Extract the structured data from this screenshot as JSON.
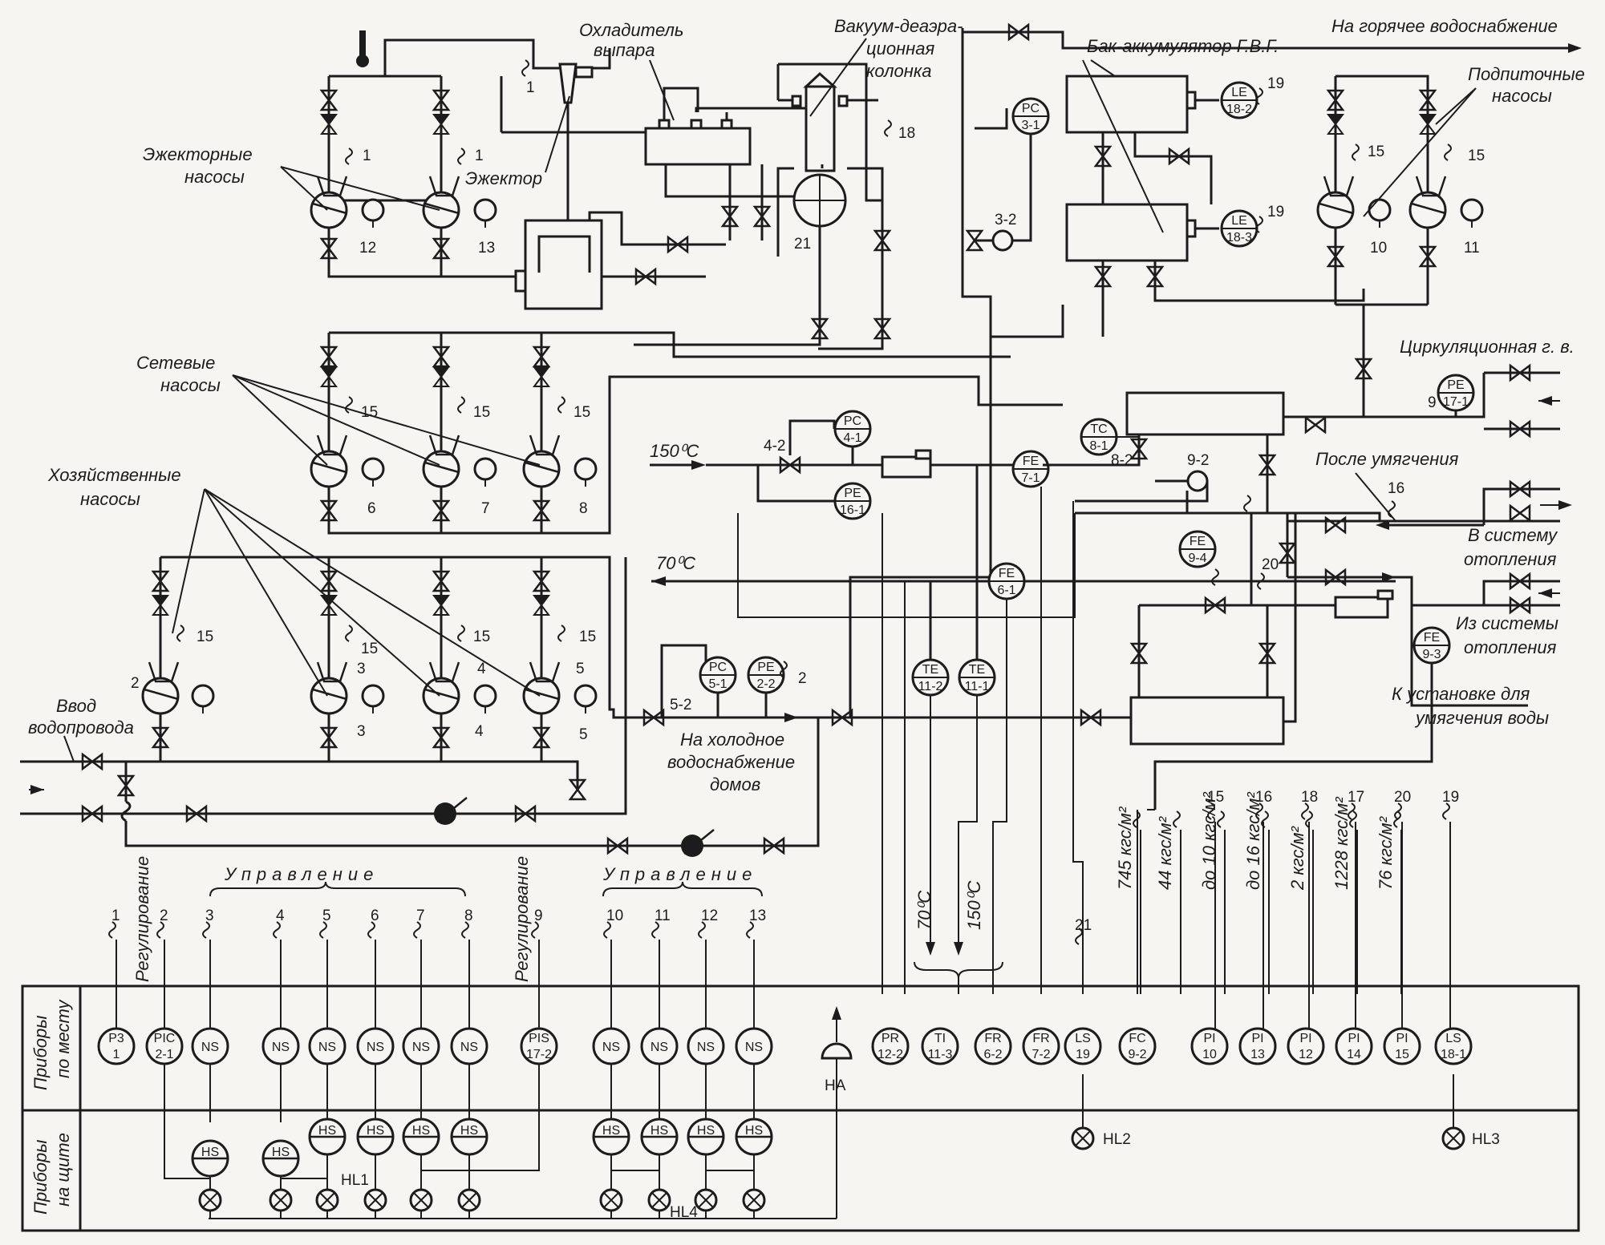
{
  "labels": {
    "cooler": "Охладитель",
    "cooler2": "выпара",
    "deaerator": "Вакуум-деаэра-",
    "deaerator2": "ционная",
    "deaerator3": "колонка",
    "tank": "Бак-аккумулятор Г.В.Г.",
    "hot_supply": "На горячее водоснабжение",
    "makeup1": "Подпиточные",
    "makeup2": "насосы",
    "ejector_pumps1": "Эжекторные",
    "ejector_pumps2": "насосы",
    "ejector": "Эжектор",
    "network1": "Сетевые",
    "network2": "насосы",
    "household1": "Хозяйственные",
    "household2": "насосы",
    "inlet1": "Ввод",
    "inlet2": "водопровода",
    "circulation": "Циркуляционная г. в.",
    "after_soft": "После умягчения",
    "to_heat1": "В систему",
    "to_heat2": "отопления",
    "from_heat1": "Из системы",
    "from_heat2": "отопления",
    "to_soft1": "К установке для",
    "to_soft2": "умягчения воды",
    "cold1": "На холодное",
    "cold2": "водоснабжение",
    "cold3": "домов",
    "t150": "150⁰С",
    "t70": "70⁰С",
    "t70v": "70⁰С",
    "t150v": "150⁰С",
    "control1": "Управление",
    "control2": "Управление",
    "reg1": "Регулирование",
    "reg2": "Регулирование",
    "local1": "Приборы",
    "local2": "по месту",
    "panel1": "Приборы",
    "panel2": "на щите",
    "HL1": "HL1",
    "HL2": "HL2",
    "HL3": "HL3",
    "HL4": "HL4",
    "HA": "HA"
  },
  "pressures": [
    {
      "id": "p745",
      "text": "745 кгс/м²"
    },
    {
      "id": "p44",
      "text": "44 кгс/м²"
    },
    {
      "id": "p10",
      "text": "до 10 кгс/м²"
    },
    {
      "id": "p16",
      "text": "до 16 кгс/м²"
    },
    {
      "id": "p2",
      "text": "2 кгс/м²"
    },
    {
      "id": "p1228",
      "text": "1228 кгс/м²"
    },
    {
      "id": "p76",
      "text": "76 кгс/м²"
    }
  ],
  "bus_numbers": [
    "1",
    "2",
    "3",
    "4",
    "5",
    "6",
    "7",
    "8",
    "9",
    "10",
    "11",
    "12",
    "13"
  ],
  "upper_numbers": [
    "21",
    "15",
    "16",
    "18",
    "17",
    "20",
    "19"
  ],
  "local_instruments": [
    {
      "a": "P3",
      "b": "1"
    },
    {
      "a": "PIC",
      "b": "2-1"
    },
    {
      "a": "NS",
      "b": ""
    },
    {
      "a": "NS",
      "b": ""
    },
    {
      "a": "NS",
      "b": ""
    },
    {
      "a": "NS",
      "b": ""
    },
    {
      "a": "NS",
      "b": ""
    },
    {
      "a": "NS",
      "b": ""
    },
    {
      "a": "PIS",
      "b": "17-2"
    },
    {
      "a": "NS",
      "b": ""
    },
    {
      "a": "NS",
      "b": ""
    },
    {
      "a": "NS",
      "b": ""
    },
    {
      "a": "NS",
      "b": ""
    },
    {
      "a": "PR",
      "b": "12-2"
    },
    {
      "a": "TI",
      "b": "11-3"
    },
    {
      "a": "FR",
      "b": "6-2"
    },
    {
      "a": "FR",
      "b": "7-2"
    },
    {
      "a": "LS",
      "b": "19"
    },
    {
      "a": "FC",
      "b": "9-2"
    },
    {
      "a": "PI",
      "b": "10"
    },
    {
      "a": "PI",
      "b": "13"
    },
    {
      "a": "PI",
      "b": "12"
    },
    {
      "a": "PI",
      "b": "14"
    },
    {
      "a": "PI",
      "b": "15"
    },
    {
      "a": "LS",
      "b": "18-1"
    }
  ],
  "field_instruments": [
    {
      "a": "PC",
      "b": "3-1"
    },
    {
      "a": "LE",
      "b": "18-2"
    },
    {
      "a": "LE",
      "b": "18-3"
    },
    {
      "a": "PC",
      "b": "4-1"
    },
    {
      "a": "PE",
      "b": "16-1"
    },
    {
      "a": "FE",
      "b": "7-1"
    },
    {
      "a": "TC",
      "b": "8-1"
    },
    {
      "a": "PE",
      "b": "17-1"
    },
    {
      "a": "FE",
      "b": "9-4"
    },
    {
      "a": "FE",
      "b": "6-1"
    },
    {
      "a": "FE",
      "b": "9-3"
    },
    {
      "a": "PC",
      "b": "5-1"
    },
    {
      "a": "PE",
      "b": "2-2"
    },
    {
      "a": "TE",
      "b": "11-2"
    },
    {
      "a": "TE",
      "b": "11-1"
    }
  ],
  "tags": {
    "t1a": "1",
    "t1b": "1",
    "t1c": "1",
    "t12": "12",
    "t13": "13",
    "t18": "18",
    "t21": "21",
    "t19a": "19",
    "t19b": "19",
    "t15a": "15",
    "t15b": "15",
    "t10": "10",
    "t11": "11",
    "t32": "3-2",
    "t42": "4-2",
    "t82": "8-2",
    "t92": "9-2",
    "t9": "9",
    "t16": "16",
    "t20": "20",
    "t52": "5-2",
    "t2a": "2",
    "t2b": "2",
    "n6": "6",
    "n7": "7",
    "n8": "8",
    "n15a": "15",
    "n15b": "15",
    "n15c": "15",
    "h15a": "15",
    "h15b": "15",
    "h15c": "15",
    "h15d": "15",
    "h3a": "3",
    "h3b": "3",
    "h4a": "4",
    "h4b": "4",
    "h5a": "5",
    "h5b": "5"
  },
  "panel_hs_count": 10
}
